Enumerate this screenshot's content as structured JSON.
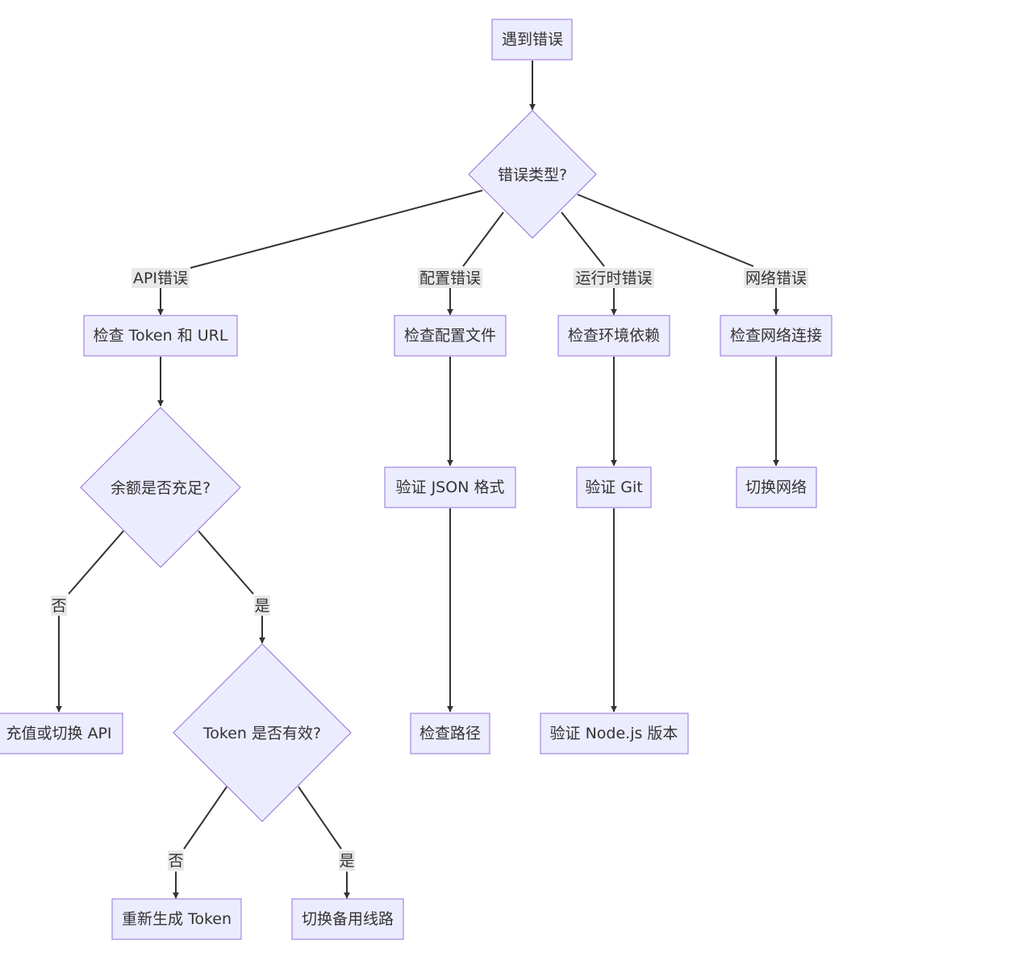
{
  "diagram": {
    "nodes": {
      "start": "遇到错误",
      "error_type": "错误类型?",
      "check_token_url": "检查 Token 和 URL",
      "check_config_file": "检查配置文件",
      "check_env_deps": "检查环境依赖",
      "check_network": "检查网络连接",
      "balance_ok": "余额是否充足?",
      "validate_json": "验证 JSON 格式",
      "validate_git": "验证 Git",
      "switch_network": "切换网络",
      "recharge_or_switch": "充值或切换 API",
      "token_valid": "Token 是否有效?",
      "check_path": "检查路径",
      "validate_node": "验证 Node.js 版本",
      "regen_token": "重新生成 Token",
      "switch_backup": "切换备用线路"
    },
    "edge_labels": {
      "api_error": "API错误",
      "config_error": "配置错误",
      "runtime_error": "运行时错误",
      "network_error": "网络错误",
      "balance_no": "否",
      "balance_yes": "是",
      "token_no": "否",
      "token_yes": "是"
    },
    "colors": {
      "node_fill": "#ececff",
      "node_stroke": "#9370db",
      "edge": "#333333",
      "label_bg": "#e8e8e8",
      "text": "#333333"
    }
  }
}
